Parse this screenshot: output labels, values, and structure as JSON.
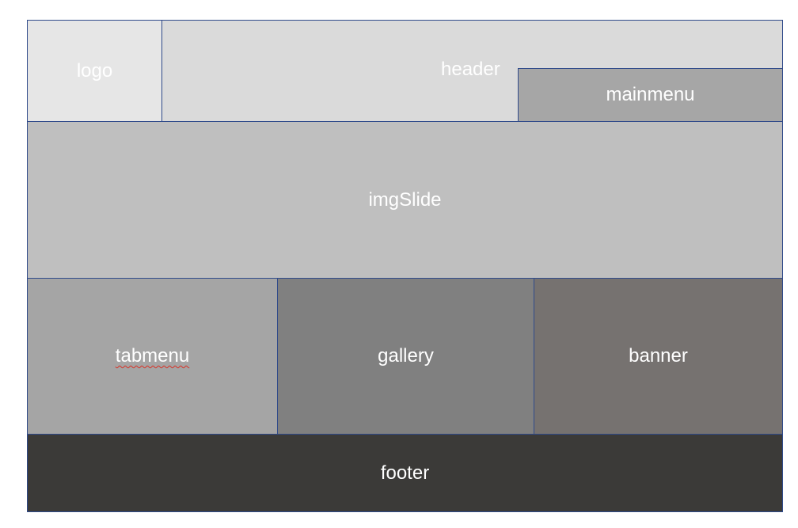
{
  "blocks": {
    "logo": {
      "label": "logo",
      "color": "#e6e6e6"
    },
    "header": {
      "label": "header",
      "color": "#dadada"
    },
    "mainmenu": {
      "label": "mainmenu",
      "color": "#a6a6a6"
    },
    "imgslide": {
      "label": "imgSlide",
      "color": "#bfbfbf"
    },
    "tabmenu": {
      "label": "tabmenu",
      "color": "#a5a5a5"
    },
    "gallery": {
      "label": "gallery",
      "color": "#808080"
    },
    "banner": {
      "label": "banner",
      "color": "#767270"
    },
    "footer": {
      "label": "footer",
      "color": "#3b3a38"
    }
  },
  "border_color": "#2f4a8a",
  "text_color": "#ffffff"
}
